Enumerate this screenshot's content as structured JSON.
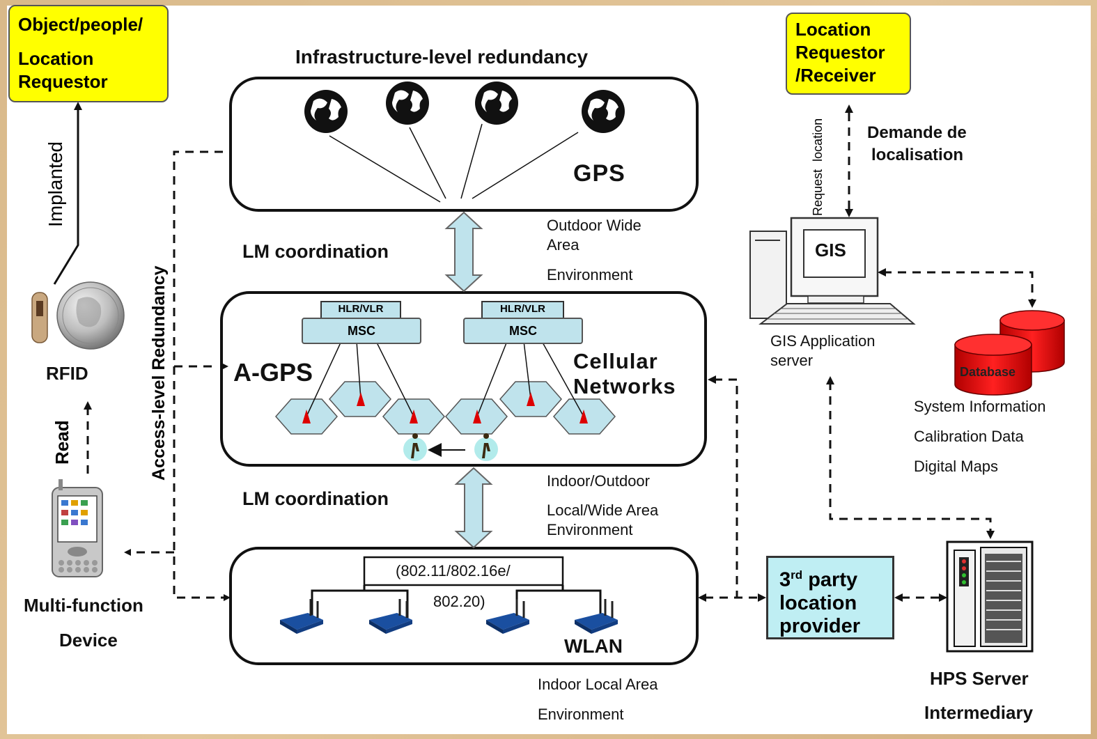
{
  "requestor_left": {
    "lines": [
      "Object/people/",
      "Location",
      "Requestor"
    ]
  },
  "requestor_right": {
    "lines": [
      "Location",
      "Requestor",
      "/Receiver"
    ]
  },
  "infra_title": "Infrastructure-level redundancy",
  "gps_label": "GPS",
  "outdoor": {
    "line1": "Outdoor Wide",
    "line2": "Area",
    "line3": "Environment"
  },
  "lm_coord_1": "LM coordination",
  "lm_coord_2": "LM coordination",
  "hlr_label": "HLR/VLR",
  "msc_label": "MSC",
  "agps_label": "A-GPS",
  "cellular": {
    "line1": "Cellular",
    "line2": "Networks"
  },
  "indoor_outdoor": {
    "line1": "Indoor/Outdoor",
    "line2": "Local/Wide Area",
    "line3": "Environment"
  },
  "wlan": {
    "std_line1": "(802.11/802.16e/",
    "std_line2": "802.20)",
    "label": "WLAN"
  },
  "indoor_local": {
    "line1": "Indoor Local Area",
    "line2": "Environment"
  },
  "implanted": "Implanted",
  "rfid": "RFID",
  "read": "Read",
  "access_redundancy": "Access-level Redundancy",
  "multi_function": {
    "line1": "Multi-function",
    "line2": "Device"
  },
  "request_location": "Request location",
  "demande": {
    "line1": "Demande de",
    "line2": "localisation"
  },
  "gis": {
    "screen": "GIS",
    "line1": "GIS Application",
    "line2": "server"
  },
  "database": {
    "label": "Database",
    "line1": "System Information",
    "line2": "Calibration Data",
    "line3": "Digital Maps"
  },
  "third_party": {
    "line1_base": "3",
    "line1_sup": "rd",
    "line1_rest": " party",
    "line2": "location",
    "line3": "provider"
  },
  "hps": {
    "line1": "HPS Server",
    "line2": "Intermediary"
  },
  "colors": {
    "yellow": "#ffff00",
    "cyan_box": "#bfeef3",
    "network_light": "#bfe3ec",
    "database_red": "#ee0000",
    "antenna_red": "#dd0000"
  }
}
